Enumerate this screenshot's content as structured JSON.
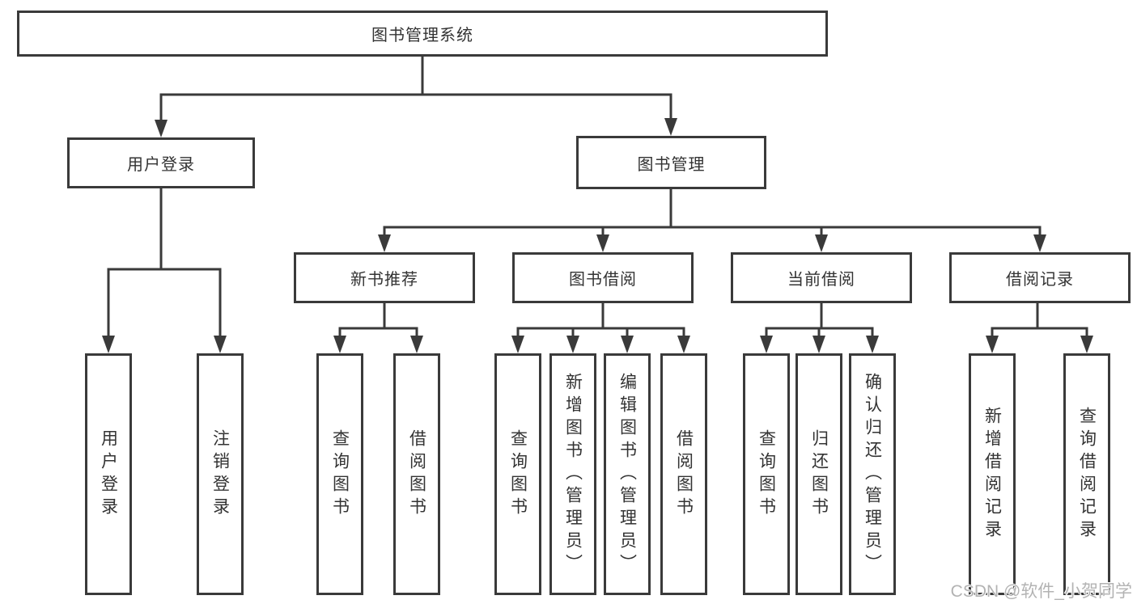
{
  "diagram": {
    "root": {
      "label": "图书管理系统"
    },
    "level2": {
      "user_login": {
        "label": "用户登录"
      },
      "book_mgmt": {
        "label": "图书管理"
      }
    },
    "level3": {
      "new_books": {
        "label": "新书推荐"
      },
      "book_borrow": {
        "label": "图书借阅"
      },
      "current_borrow": {
        "label": "当前借阅"
      },
      "borrow_records": {
        "label": "借阅记录"
      }
    },
    "leaves": {
      "login": {
        "label": "用户登录"
      },
      "logout": {
        "label": "注销登录"
      },
      "nb_query": {
        "label": "查询图书"
      },
      "nb_borrow": {
        "label": "借阅图书"
      },
      "bb_query": {
        "label": "查询图书"
      },
      "bb_add": {
        "label": "新增图书（管理员）"
      },
      "bb_edit": {
        "label": "编辑图书（管理员）"
      },
      "bb_borrow": {
        "label": "借阅图书"
      },
      "cb_query": {
        "label": "查询图书"
      },
      "cb_return": {
        "label": "归还图书"
      },
      "cb_confirm": {
        "label": "确认归还（管理员）"
      }
    },
    "leaves2": {
      "br_add": {
        "label": "新增借阅记录"
      },
      "br_query": {
        "label": "查询借阅记录"
      }
    }
  },
  "watermark": {
    "text": "CSDN @软件_小贺同学"
  },
  "colors": {
    "line": "#3a3a3a",
    "box_border": "#3a3a3a",
    "text": "#333333",
    "watermark": "#b3b3b3",
    "background": "#ffffff"
  }
}
